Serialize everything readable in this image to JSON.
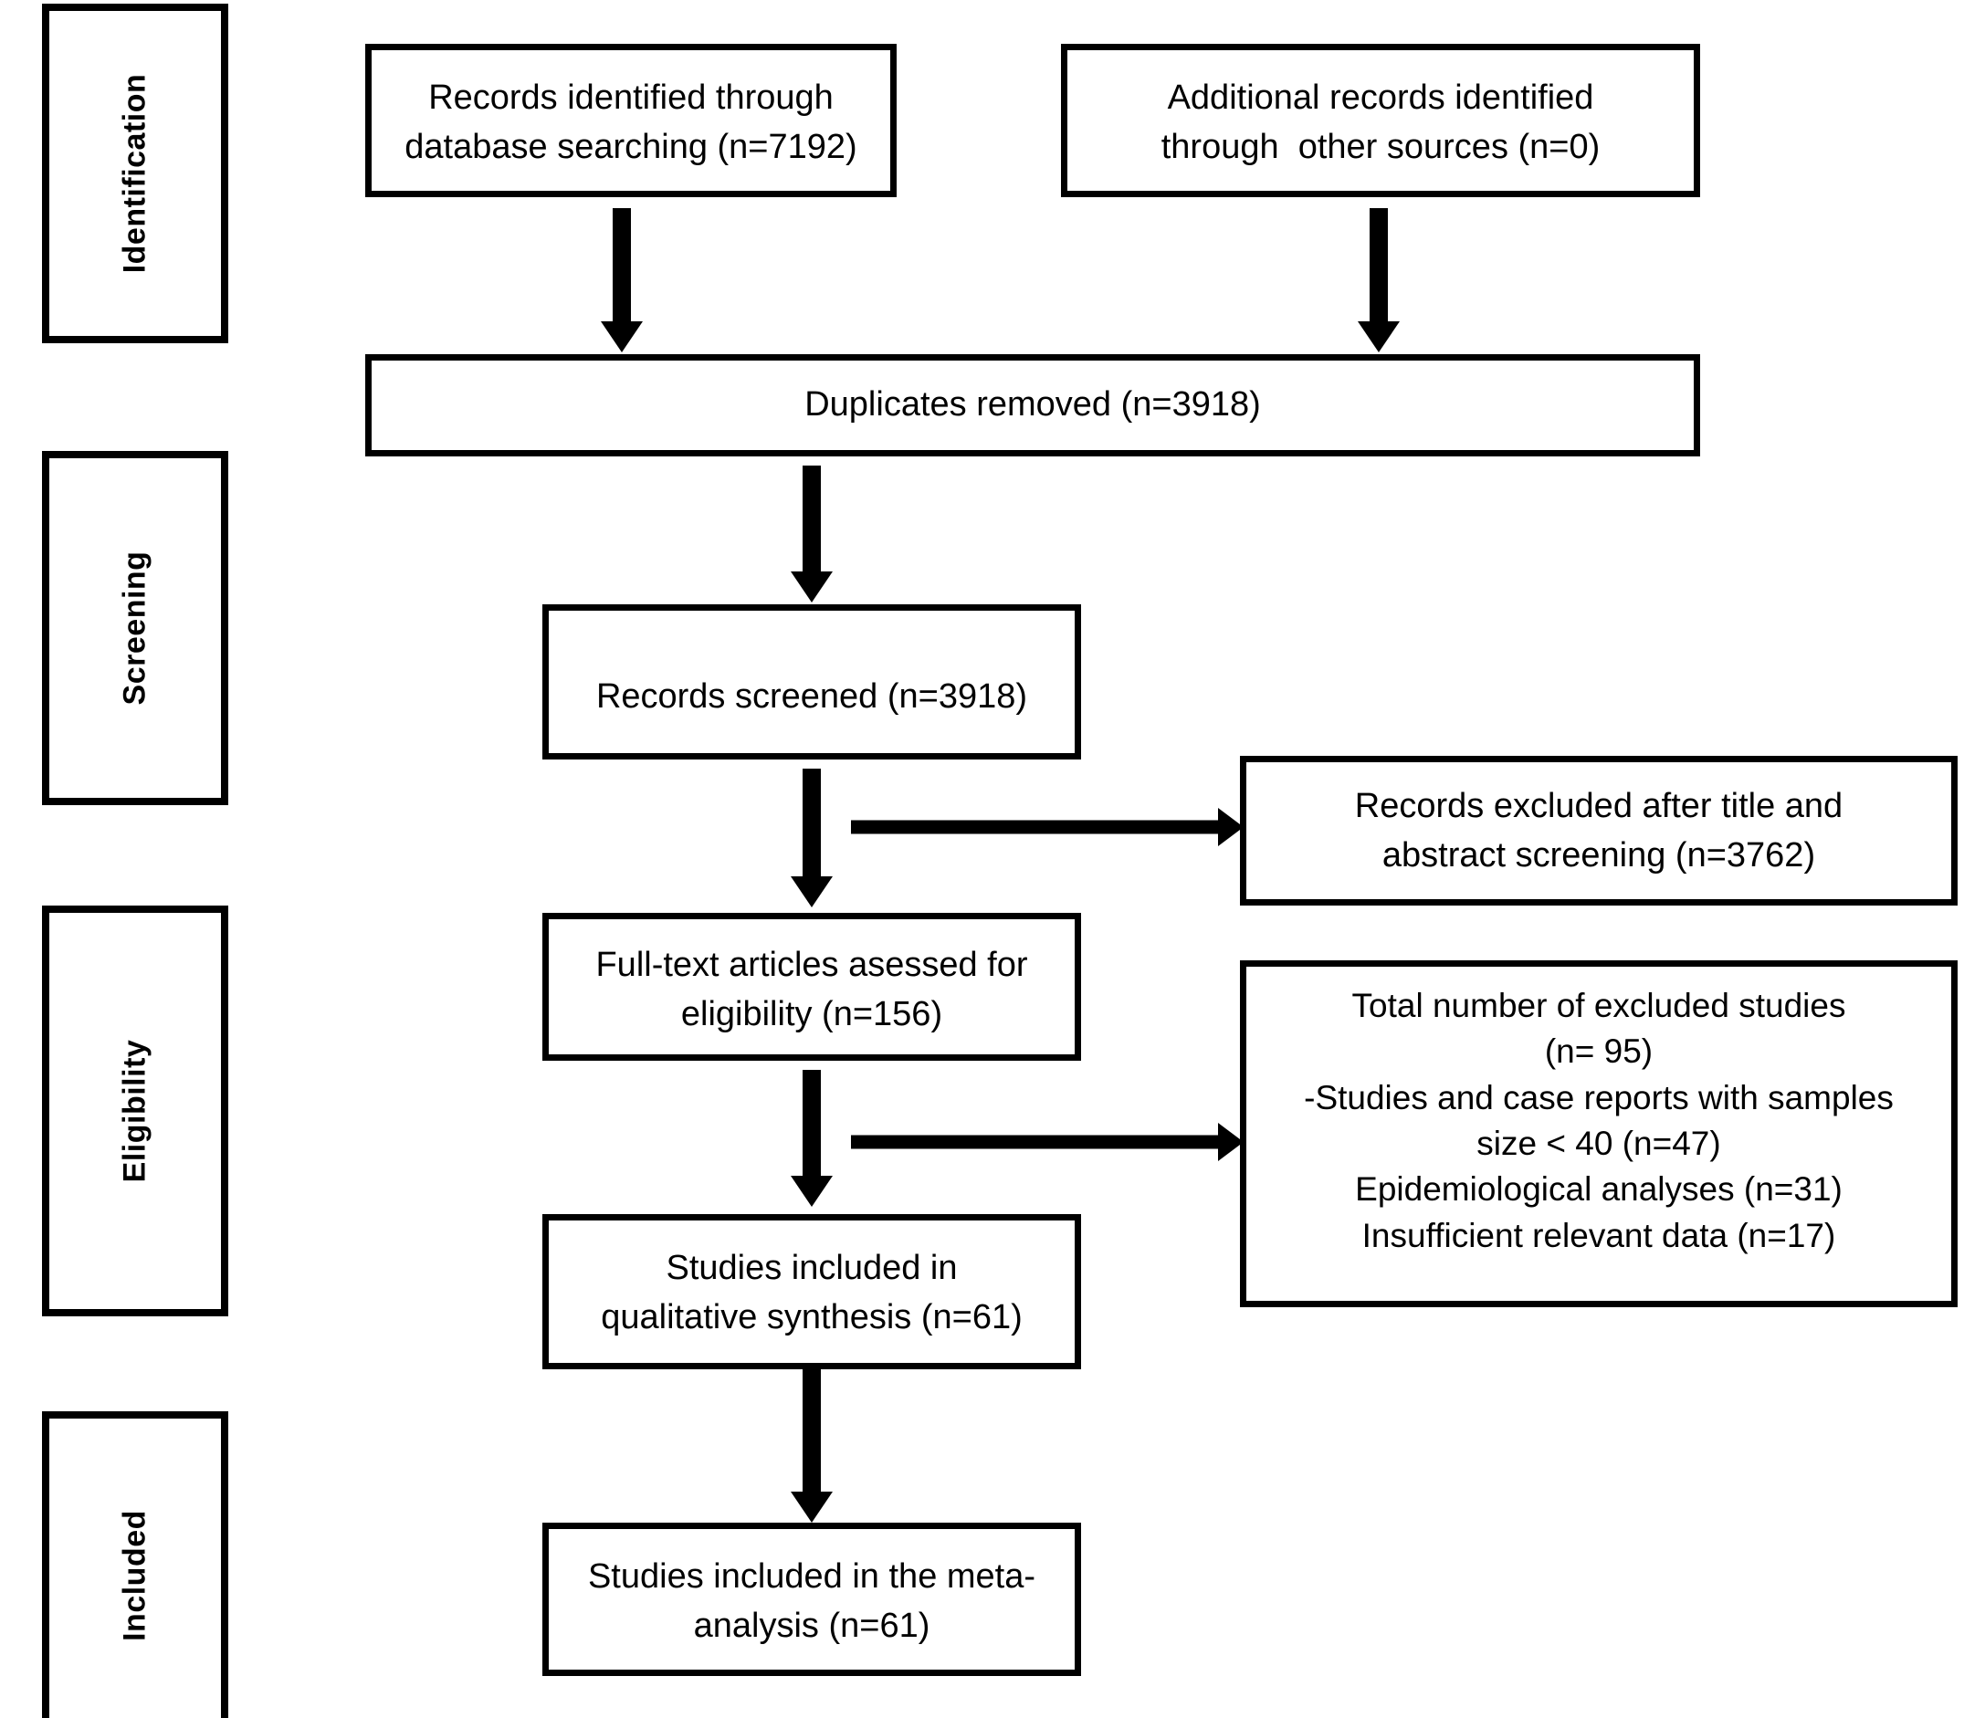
{
  "diagram": {
    "type": "prisma-flow-diagram",
    "stages": [
      {
        "id": "identification",
        "label": "Identification"
      },
      {
        "id": "screening",
        "label": "Screening"
      },
      {
        "id": "eligibility",
        "label": "Eligibility"
      },
      {
        "id": "included",
        "label": "Included"
      }
    ],
    "boxes": [
      {
        "id": "records-identified-database",
        "text": "Records identified through\ndatabase searching (n=7192)",
        "n": 7192
      },
      {
        "id": "records-identified-other",
        "text": "Additional records identified\nthrough  other sources (n=0)",
        "n": 0
      },
      {
        "id": "duplicates-removed",
        "text": "Duplicates removed (n=3918)",
        "n": 3918
      },
      {
        "id": "records-screened",
        "text": "Records screened (n=3918)",
        "n": 3918
      },
      {
        "id": "records-excluded",
        "text": "Records excluded after title and\nabstract screening (n=3762)",
        "n": 3762
      },
      {
        "id": "full-text-assessed",
        "text": "Full-text articles asessed for\neligibility (n=156)",
        "n": 156
      },
      {
        "id": "studies-excluded",
        "text": "Total number of excluded studies\n(n= 95)\n-Studies and case reports with samples\nsize < 40 (n=47)\nEpidemiological analyses (n=31)\nInsufficient relevant data (n=17)",
        "n": 95,
        "reasons": [
          {
            "label": "Studies and case reports with samples size < 40",
            "n": 47
          },
          {
            "label": "Epidemiological analyses",
            "n": 31
          },
          {
            "label": "Insufficient relevant data",
            "n": 17
          }
        ]
      },
      {
        "id": "qualitative-synthesis",
        "text": "Studies included in\nqualitative synthesis (n=61)",
        "n": 61
      },
      {
        "id": "meta-analysis",
        "text": "Studies included in the meta-\nanalysis (n=61)",
        "n": 61
      }
    ],
    "colors": {
      "stroke": "#000000",
      "fill": "#ffffff",
      "text": "#000000"
    }
  }
}
